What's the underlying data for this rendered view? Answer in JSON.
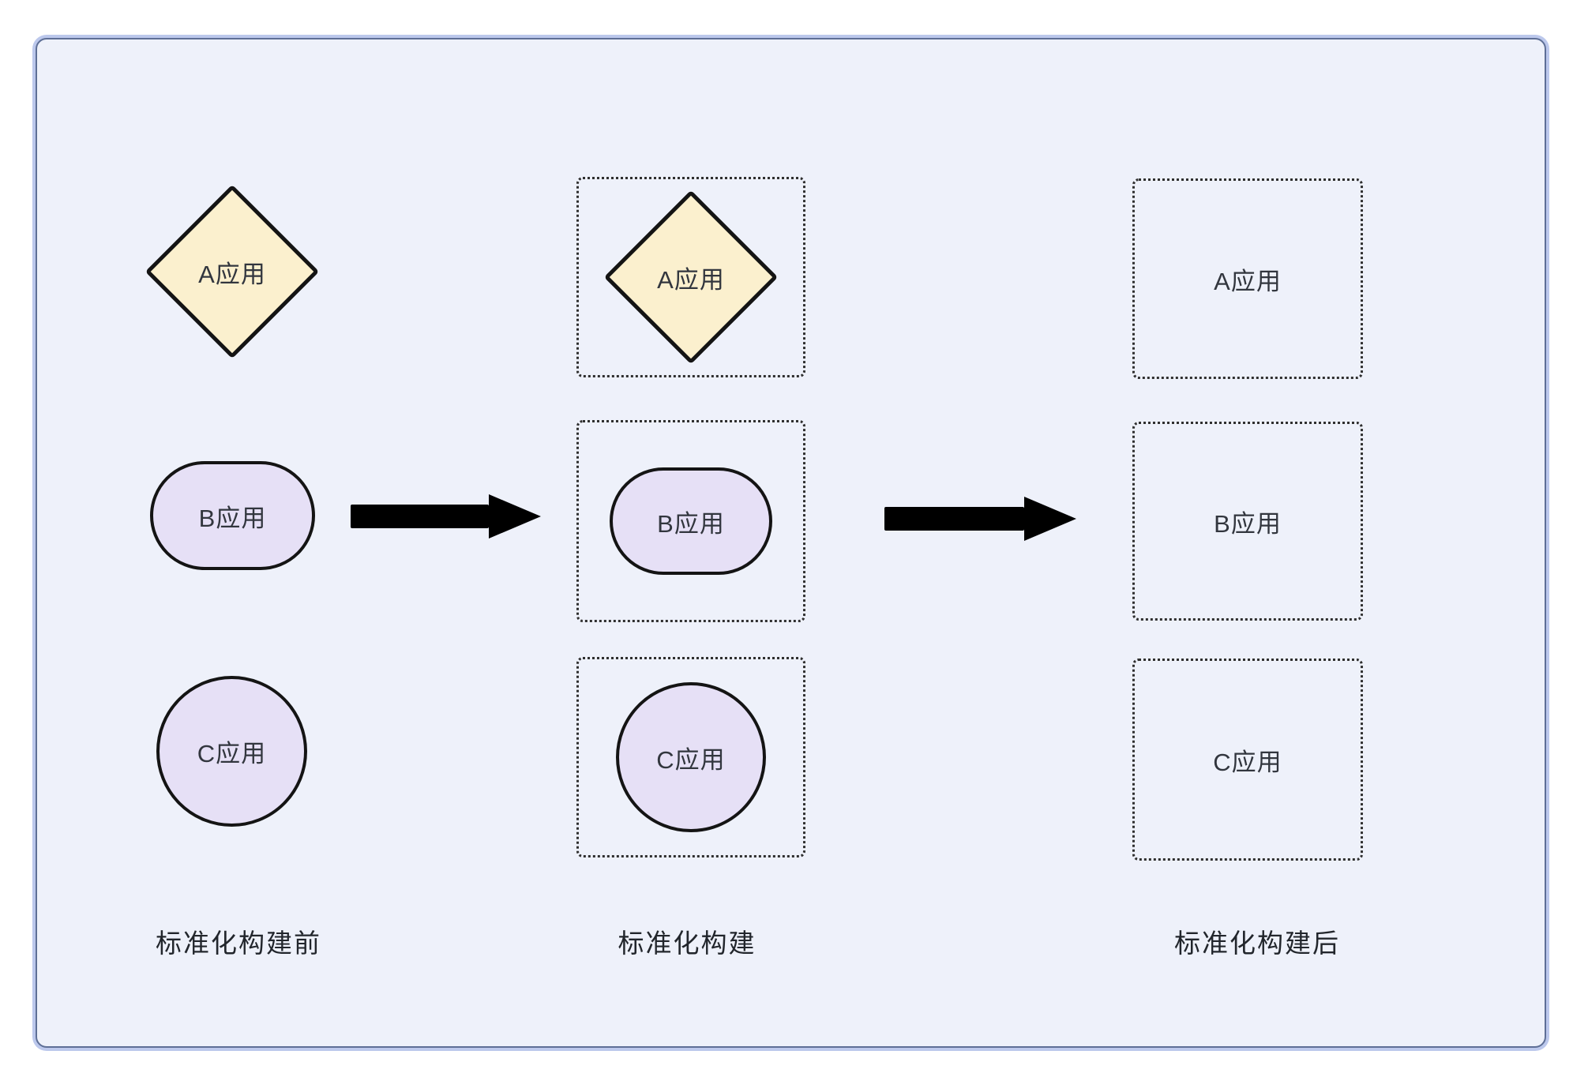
{
  "apps": [
    {
      "label": "A应用",
      "shape": "diamond"
    },
    {
      "label": "B应用",
      "shape": "stadium"
    },
    {
      "label": "C应用",
      "shape": "circle"
    }
  ],
  "captions": {
    "before": "标准化构建前",
    "during": "标准化构建",
    "after": "标准化构建后"
  },
  "colors": {
    "canvas_bg": "#EEF1FA",
    "frame_border": "#BCC8EC",
    "diamond_fill": "#FBF0CE",
    "purple_fill": "#E6E0F6",
    "dotted_border": "#2F2F2F",
    "arrow": "#000000",
    "text": "#32363E"
  }
}
